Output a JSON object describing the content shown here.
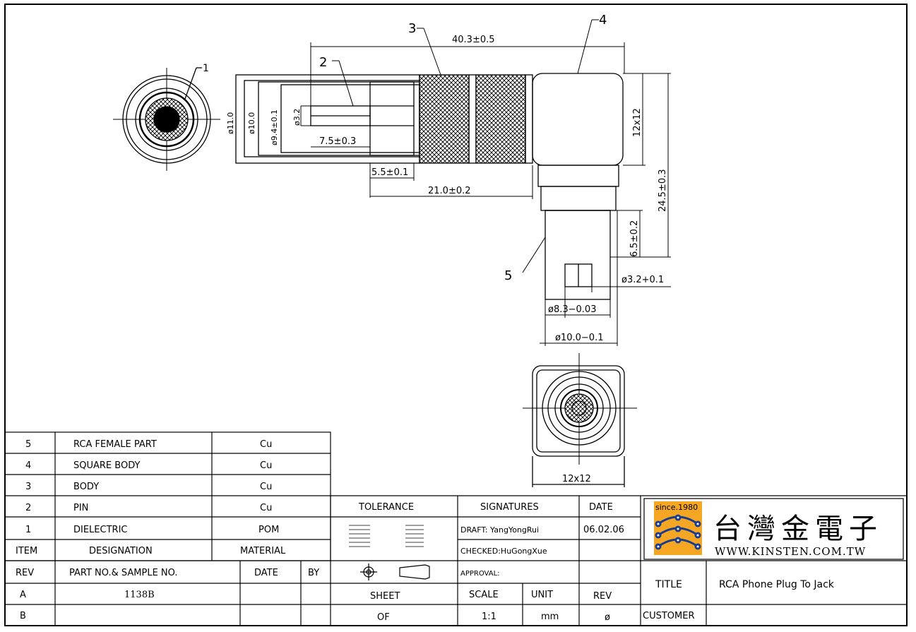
{
  "bom": [
    {
      "item": "5",
      "designation": "RCA FEMALE PART",
      "material": "Cu"
    },
    {
      "item": "4",
      "designation": "SQUARE BODY",
      "material": "Cu"
    },
    {
      "item": "3",
      "designation": "BODY",
      "material": "Cu"
    },
    {
      "item": "2",
      "designation": "PIN",
      "material": "Cu"
    },
    {
      "item": "1",
      "designation": "DIELECTRIC",
      "material": "POM"
    }
  ],
  "bom_header": {
    "item": "ITEM",
    "designation": "DESIGNATION",
    "material": "MATERIAL"
  },
  "rev_header": {
    "rev": "REV",
    "part": "PART NO.& SAMPLE NO.",
    "date": "DATE",
    "by": "BY"
  },
  "rev_rows": [
    {
      "rev": "A",
      "part": "1138B"
    },
    {
      "rev": "B",
      "part": ""
    }
  ],
  "tolerance": {
    "label": "TOLERANCE"
  },
  "signatures": {
    "label": "SIGNATURES",
    "draft": "DRAFT: YangYongRui",
    "checked": "CHECKED:HuGongXue",
    "approval": "APPROVAL:"
  },
  "date": {
    "label": "DATE",
    "value": "06.02.06"
  },
  "sheet": {
    "label": "SHEET",
    "of": "OF"
  },
  "scale": {
    "label": "SCALE",
    "value": "1:1"
  },
  "unit": {
    "label": "UNIT",
    "value": "mm"
  },
  "rev": {
    "label": "REV",
    "value": "ø"
  },
  "title": {
    "label": "TITLE",
    "value": "RCA Phone Plug To Jack"
  },
  "customer": {
    "label": "CUSTOMER"
  },
  "company": {
    "since": "since.1980",
    "name": "台灣金電子",
    "url": "WWW.KINSTEN.COM.TW"
  },
  "drawing": {
    "callouts": [
      "1",
      "2",
      "3",
      "4",
      "5"
    ],
    "dims": {
      "overall": "40.3±0.5",
      "d11": "ø11.0",
      "d10": "ø10.0",
      "d94": "ø9.4±0.1",
      "d32": "ø3.2",
      "pin": "7.5±0.3",
      "d55": "5.5±0.1",
      "d21": "21.0±0.2",
      "sq1": "12x12",
      "h245": "24.5±0.3",
      "h65": "6.5±0.2",
      "d32b": "ø3.2+0.1",
      "d83": "ø8.3−0.03",
      "d100": "ø10.0−0.1",
      "sq2": "12x12"
    }
  },
  "colors": {
    "line": "#000000",
    "logo_orange": "#f5a623",
    "logo_blue": "#1a3e8c"
  }
}
